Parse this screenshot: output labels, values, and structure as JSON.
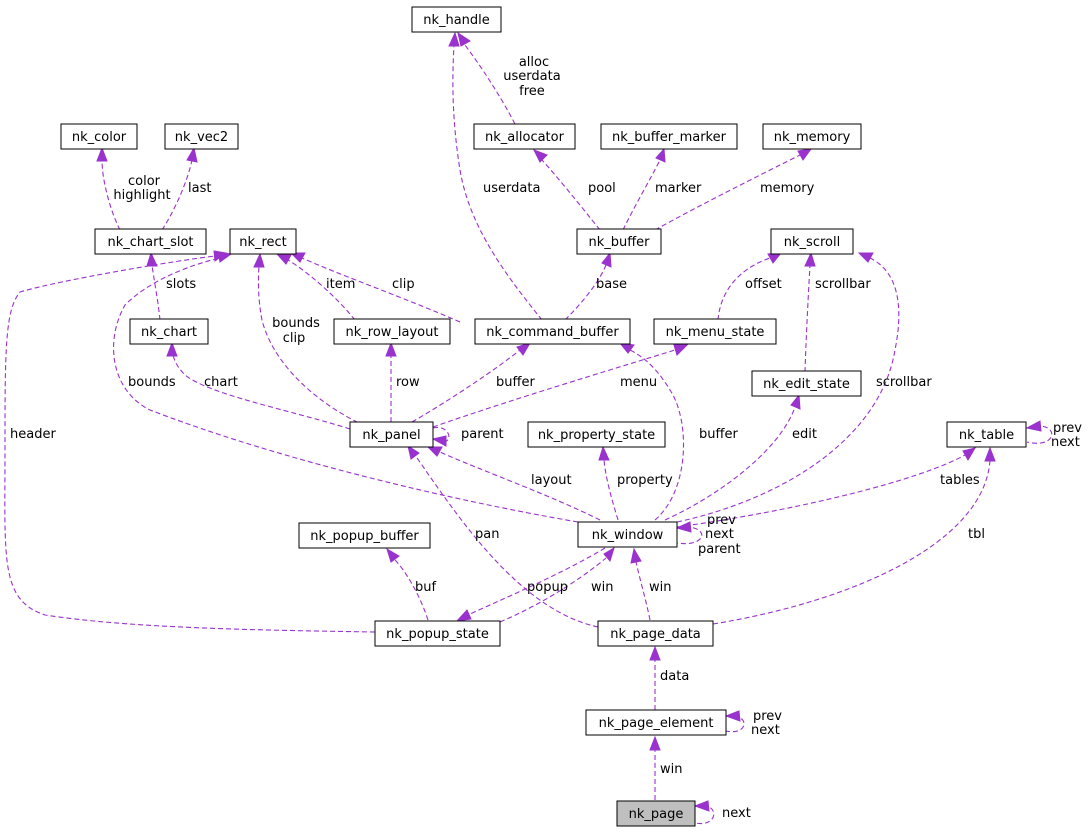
{
  "nodes": {
    "nk_handle": "nk_handle",
    "nk_color": "nk_color",
    "nk_vec2": "nk_vec2",
    "nk_allocator": "nk_allocator",
    "nk_buffer_marker": "nk_buffer_marker",
    "nk_memory": "nk_memory",
    "nk_chart_slot": "nk_chart_slot",
    "nk_rect": "nk_rect",
    "nk_buffer": "nk_buffer",
    "nk_scroll": "nk_scroll",
    "nk_chart": "nk_chart",
    "nk_row_layout": "nk_row_layout",
    "nk_command_buffer": "nk_command_buffer",
    "nk_menu_state": "nk_menu_state",
    "nk_edit_state": "nk_edit_state",
    "nk_panel": "nk_panel",
    "nk_property_state": "nk_property_state",
    "nk_table": "nk_table",
    "nk_popup_buffer": "nk_popup_buffer",
    "nk_window": "nk_window",
    "nk_popup_state": "nk_popup_state",
    "nk_page_data": "nk_page_data",
    "nk_page_element": "nk_page_element",
    "nk_page": "nk_page"
  },
  "edge_labels": {
    "alloc": "alloc",
    "userdata_top": "userdata",
    "free": "free",
    "color": "color",
    "highlight": "highlight",
    "last": "last",
    "userdata": "userdata",
    "pool": "pool",
    "marker": "marker",
    "memory": "memory",
    "slots": "slots",
    "item": "item",
    "clip_rect": "clip",
    "base": "base",
    "offset": "offset",
    "scrollbar_edit": "scrollbar",
    "bounds_clip_1": "bounds",
    "bounds_clip_2": "clip",
    "bounds": "bounds",
    "chart": "chart",
    "row": "row",
    "buffer_panel": "buffer",
    "menu": "menu",
    "scrollbar_window": "scrollbar",
    "header": "header",
    "parent_panel": "parent",
    "buffer_window": "buffer",
    "edit": "edit",
    "prev_table": "prev",
    "next_table": "next",
    "layout": "layout",
    "property": "property",
    "tables": "tables",
    "pan": "pan",
    "prev_window": "prev",
    "next_window": "next",
    "parent_window": "parent",
    "tbl": "tbl",
    "buf": "buf",
    "popup": "popup",
    "win_popup": "win",
    "win_page_data": "win",
    "data": "data",
    "prev_element": "prev",
    "next_element": "next",
    "win_page": "win",
    "next_page": "next"
  },
  "colors": {
    "edge": "#9a32cd",
    "node_border": "#000000",
    "root_fill": "#bfbfbf"
  }
}
